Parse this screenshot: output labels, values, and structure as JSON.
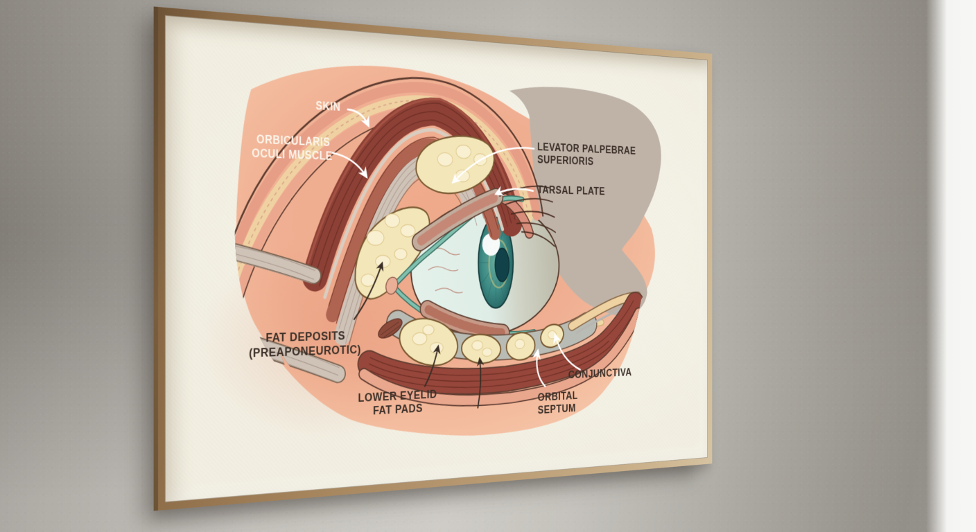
{
  "scene": {
    "description": "Framed anatomical art print of a human eye and eyelid cross-section hanging on a gray plaster wall, photographed at an angle",
    "wall": {
      "base_color": "#C6C3BD",
      "left_shade_color": "#8A867F",
      "right_shade_color": "#8F8C84",
      "right_light_band_color": "#F5F5F3"
    },
    "frame": {
      "material": "light-oak-wood-frame",
      "wood_color": "#A5845C",
      "paper_color": "#F2EFE2"
    }
  },
  "poster": {
    "subject": "Sagittal cross-section of the human eye, eyelids and orbital soft tissue",
    "labels": {
      "skin": {
        "text": "SKIN",
        "text_color": "#FBF5EB",
        "arrow_color": "#FFFFFF"
      },
      "orbicularis": {
        "line1": "ORBICULARIS",
        "line2": "OCULI MUSCLE",
        "text_color": "#FBF5EB",
        "arrow_color": "#FFFFFF"
      },
      "levator": {
        "line1": "LEVATOR PALPEBRAE",
        "line2": "SUPERIORIS",
        "text_color": "#3A2F28",
        "arrow_color": "#FFFFFF"
      },
      "tarsal_plate": {
        "text": "TARSAL PLATE",
        "text_color": "#3A2F28",
        "arrow_color": "#FFFFFF"
      },
      "fat_deposits": {
        "line1": "FAT DEPOSITS",
        "line2": "(PREAPONEUROTIC)",
        "text_color": "#3A2F28",
        "arrow_color": "#3A2E26"
      },
      "lower_eyelid_fat_pads": {
        "line1": "LOWER EYELID",
        "line2": "FAT PADS",
        "text_color": "#3A2F28",
        "arrow_color": "#3A2E26"
      },
      "orbital_septum": {
        "line1": "ORBITAL",
        "line2": "SEPTUM",
        "text_color": "#3A2F28",
        "arrow_color": "#FFFFFF"
      },
      "conjunctiva": {
        "text": "CONJUNCTIVA",
        "text_color": "#3A2F28",
        "arrow_color": "#FFFFFF"
      }
    },
    "colors": {
      "skin_background": "#F0AF92",
      "shadow_blob": "#BFB3A8",
      "skin_band": "#E69E87",
      "subcutaneous_cream": "#F0D2A2",
      "muscle_dark": "#8D4035",
      "muscle_light": "#AE6450",
      "tendon_gray": "#CFC2B7",
      "fat_cream": "#F3E6B8",
      "sclera": "#DDEBE6",
      "iris_teal": "#3F8C86",
      "pupil": "#11424A",
      "conjunctiva_teal": "#7FC0AE",
      "tarsal_tan": "#C2AC9C",
      "gland_mauve": "#C58877",
      "septum_gray": "#B9BCB5",
      "outline": "#5E3C30"
    }
  }
}
